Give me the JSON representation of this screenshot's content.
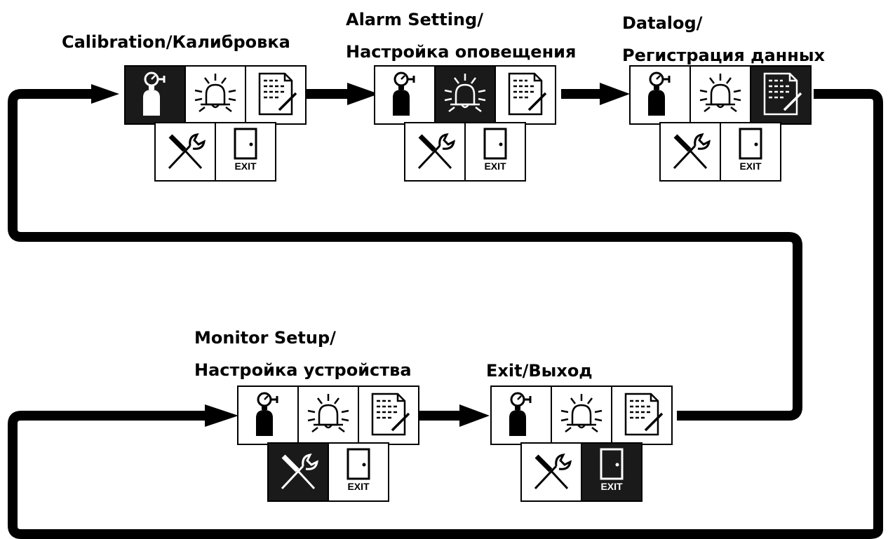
{
  "steps": [
    {
      "label_lines": [
        "Calibration/Калибровка"
      ],
      "active": "calibration"
    },
    {
      "label_lines": [
        "Alarm Setting/",
        "Настройка оповещения"
      ],
      "active": "alarm"
    },
    {
      "label_lines": [
        "Datalog/",
        "Регистрация данных"
      ],
      "active": "datalog"
    },
    {
      "label_lines": [
        "Monitor Setup/",
        "Настройка устройства"
      ],
      "active": "setup"
    },
    {
      "label_lines": [
        "Exit/Выход"
      ],
      "active": "exit"
    }
  ],
  "menu_icons": {
    "row1": [
      "gas-cylinder-icon",
      "alarm-bell-icon",
      "datalog-document-icon"
    ],
    "row2": [
      "tools-icon",
      "exit-door-icon"
    ]
  },
  "exit_icon_text": "EXIT",
  "colors": {
    "line": "#000000",
    "background": "#ffffff",
    "active_cell": "#1a1a1a"
  }
}
